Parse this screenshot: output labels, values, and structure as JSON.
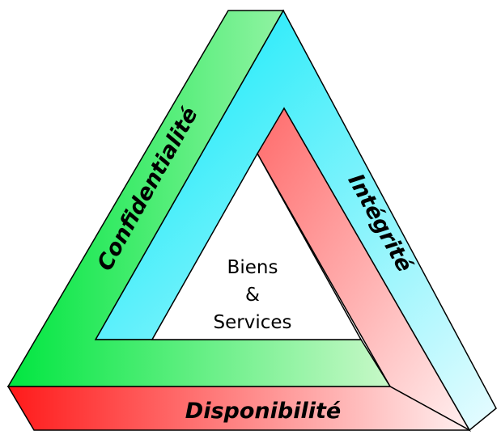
{
  "diagram": {
    "sides": {
      "confidentiality": {
        "label": "Confidentialité",
        "color": "#00e640",
        "fade": "#c8f8c8"
      },
      "integrity": {
        "label": "Intégrité",
        "color": "#00e8f8",
        "fade": "#e8fcff"
      },
      "availability": {
        "label": "Disponibilité",
        "color": "#ff1a1a",
        "fade": "#fff0f0"
      }
    },
    "center": {
      "line1": "Biens",
      "line2": "&",
      "line3": "Services"
    },
    "outline_color": "#000000"
  }
}
